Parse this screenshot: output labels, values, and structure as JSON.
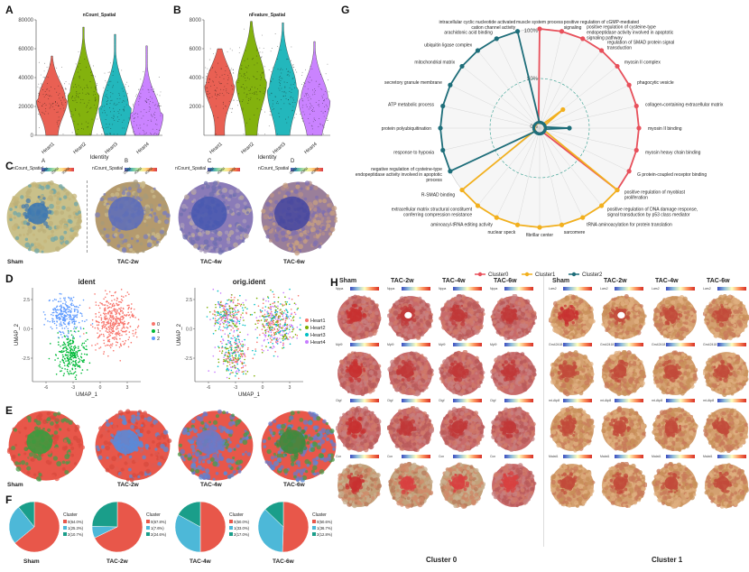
{
  "panels": {
    "A": "A",
    "B": "B",
    "C": "C",
    "D": "D",
    "E": "E",
    "F": "F",
    "G": "G",
    "H": "H"
  },
  "violin": [
    {
      "title": "nCount_Spatial",
      "ylim": [
        0,
        80000
      ],
      "yticks": [
        "0",
        "20000",
        "40000",
        "60000",
        "80000"
      ],
      "groups": [
        "Heart1",
        "Heart2",
        "Heart3",
        "Heart4"
      ],
      "xlabel": "Identity",
      "colors": [
        "#e8574a",
        "#7cae00",
        "#17b3b8",
        "#c77cff"
      ],
      "medians": [
        25000,
        28000,
        20000,
        15000
      ],
      "max": [
        55000,
        75000,
        70000,
        62000
      ]
    },
    {
      "title": "nFeature_Spatial",
      "ylim": [
        0,
        8000
      ],
      "yticks": [
        "2000",
        "4000",
        "6000",
        "8000"
      ],
      "groups": [
        "Heart1",
        "Heart2",
        "Heart3",
        "Heart4"
      ],
      "xlabel": "Identity",
      "colors": [
        "#e8574a",
        "#7cae00",
        "#17b3b8",
        "#c77cff"
      ],
      "medians": [
        3500,
        3800,
        3200,
        2500
      ],
      "max": [
        6000,
        7900,
        7800,
        6500
      ]
    }
  ],
  "panelC": {
    "letters": [
      "A",
      "B",
      "C",
      "D"
    ],
    "legend_title": "nCount_Spatial",
    "scales": [
      [
        "10000",
        "20000",
        "30000"
      ],
      [
        "20000",
        "40000",
        "60000"
      ],
      [
        "20000",
        "40000",
        "60000"
      ],
      [
        "20000",
        "40000",
        "60000"
      ]
    ],
    "conditions": [
      "Sham",
      "TAC-2w",
      "TAC-4w",
      "TAC-6w"
    ]
  },
  "panelD": {
    "umap1": {
      "title": "ident",
      "legend": [
        "0",
        "1",
        "2"
      ],
      "colors": [
        "#f8766d",
        "#00ba38",
        "#619cff"
      ],
      "xticks": [
        "-6",
        "-3",
        "0",
        "3"
      ],
      "yticks": [
        "2.5",
        "0.0",
        "-2.5"
      ],
      "xlabel": "UMAP_1",
      "ylabel": "UMAP_2"
    },
    "umap2": {
      "title": "orig.ident",
      "legend": [
        "Heart1",
        "Heart2",
        "Heart3",
        "Heart4"
      ],
      "colors": [
        "#f8766d",
        "#7cae00",
        "#00bfc4",
        "#c77cff"
      ],
      "xticks": [
        "-6",
        "-3",
        "0",
        "3"
      ],
      "yticks": [
        "2.5",
        "0.0",
        "-2.5"
      ],
      "xlabel": "UMAP_1",
      "ylabel": "UMAP_2"
    }
  },
  "panelE": {
    "conditions": [
      "Sham",
      "TAC-2w",
      "TAC-4w",
      "TAC-6w"
    ]
  },
  "chart_data": [
    {
      "type": "pie",
      "title": "Sham",
      "legend_title": "Cluster",
      "labels": [
        "0(64.0%)",
        "1(25.3%)",
        "2(10.7%)"
      ],
      "values": [
        64.0,
        25.3,
        10.7
      ],
      "colors": [
        "#e8574a",
        "#4db8d8",
        "#1a9e8a"
      ]
    },
    {
      "type": "pie",
      "title": "TAC-2w",
      "legend_title": "Cluster",
      "labels": [
        "0(67.8%)",
        "1(7.6%)",
        "2(24.6%)"
      ],
      "values": [
        67.8,
        7.6,
        24.6
      ],
      "colors": [
        "#e8574a",
        "#4db8d8",
        "#1a9e8a"
      ]
    },
    {
      "type": "pie",
      "title": "TAC-4w",
      "legend_title": "Cluster",
      "labels": [
        "0(50.0%)",
        "1(33.0%)",
        "2(17.0%)"
      ],
      "values": [
        50.0,
        33.0,
        17.0
      ],
      "colors": [
        "#e8574a",
        "#4db8d8",
        "#1a9e8a"
      ]
    },
    {
      "type": "pie",
      "title": "TAC-6w",
      "legend_title": "Cluster",
      "labels": [
        "0(50.6%)",
        "1(36.7%)",
        "2(12.8%)"
      ],
      "values": [
        50.6,
        36.7,
        12.8
      ],
      "colors": [
        "#e8574a",
        "#4db8d8",
        "#1a9e8a"
      ]
    }
  ],
  "radar": {
    "ticks": [
      "100%",
      "50%",
      "0%"
    ],
    "legend": [
      {
        "name": "Cluster0",
        "color": "#e8505b"
      },
      {
        "name": "Cluster1",
        "color": "#f2b01e"
      },
      {
        "name": "Cluster2",
        "color": "#1e6e7a"
      }
    ],
    "terms": [
      "muscle system process",
      "positive regulation of cGMP-mediated signaling",
      "positive regulation of cysteine-type endopeptidase activity involved in apoptotic signaling pathway",
      "regulation of SMAD protein signal transduction",
      "myosin II complex",
      "phagocytic vesicle",
      "collagen-containing extracellular matrix",
      "myosin II binding",
      "myosin heavy chain binding",
      "G protein-coupled receptor binding",
      "positive regulation of myoblast proliferation",
      "positive regulation of DNA damage response, signal transduction by p53 class mediator",
      "tRNA aminoacylation for protein translation",
      "sarcomere",
      "fibrillar center",
      "nuclear speck",
      "aminoacyl-tRNA editing activity",
      "extracellular matrix structural constituent conferring compression resistance",
      "R-SMAD binding",
      "negative regulation of cysteine-type endopeptidase activity involved in apoptotic process",
      "response to hypoxia",
      "protein polyubiquitination",
      "ATP metabolic process",
      "secretory granule membrane",
      "mitochondrial matrix",
      "ubiquitin ligase complex",
      "arachidonic acid binding",
      "intracellular cyclic nucleotide activated cation channel activity"
    ],
    "cluster0": [
      1,
      1,
      1,
      1,
      1,
      1,
      1,
      1,
      1,
      1,
      1,
      0.05,
      0.05,
      0.05,
      0.05,
      0.05,
      0.05,
      0.05,
      0.05,
      0.05,
      0.05,
      0.05,
      0.05,
      0.05,
      0.05,
      0.05,
      0.05,
      0.05
    ],
    "cluster1": [
      0.05,
      0.05,
      0.05,
      0.05,
      0.3,
      0.05,
      0.05,
      0.05,
      0.05,
      0.05,
      1,
      1,
      1,
      1,
      1,
      1,
      1,
      1,
      1,
      0.05,
      0.05,
      0.05,
      0.05,
      0.05,
      0.05,
      0.05,
      0.05,
      0.05
    ],
    "cluster2": [
      0.05,
      0.05,
      0.05,
      0.05,
      0.05,
      0.05,
      0.05,
      0.3,
      0.05,
      0.05,
      0.05,
      0.05,
      0.05,
      0.05,
      0.05,
      0.05,
      0.05,
      0.05,
      0.05,
      1,
      1,
      1,
      1,
      1,
      1,
      1,
      1,
      1
    ]
  },
  "panelH": {
    "conditions": [
      "Sham",
      "TAC-2w",
      "TAC-4w",
      "TAC-6w"
    ],
    "cluster0_genes": [
      "Nppa",
      "Myl9",
      "Ctgf",
      "Ccn"
    ],
    "cluster1_genes": [
      "Lars2",
      "Gm42418",
      "mt-Atp8",
      "Malat1"
    ],
    "cluster0_label": "Cluster 0",
    "cluster1_label": "Cluster 1"
  }
}
